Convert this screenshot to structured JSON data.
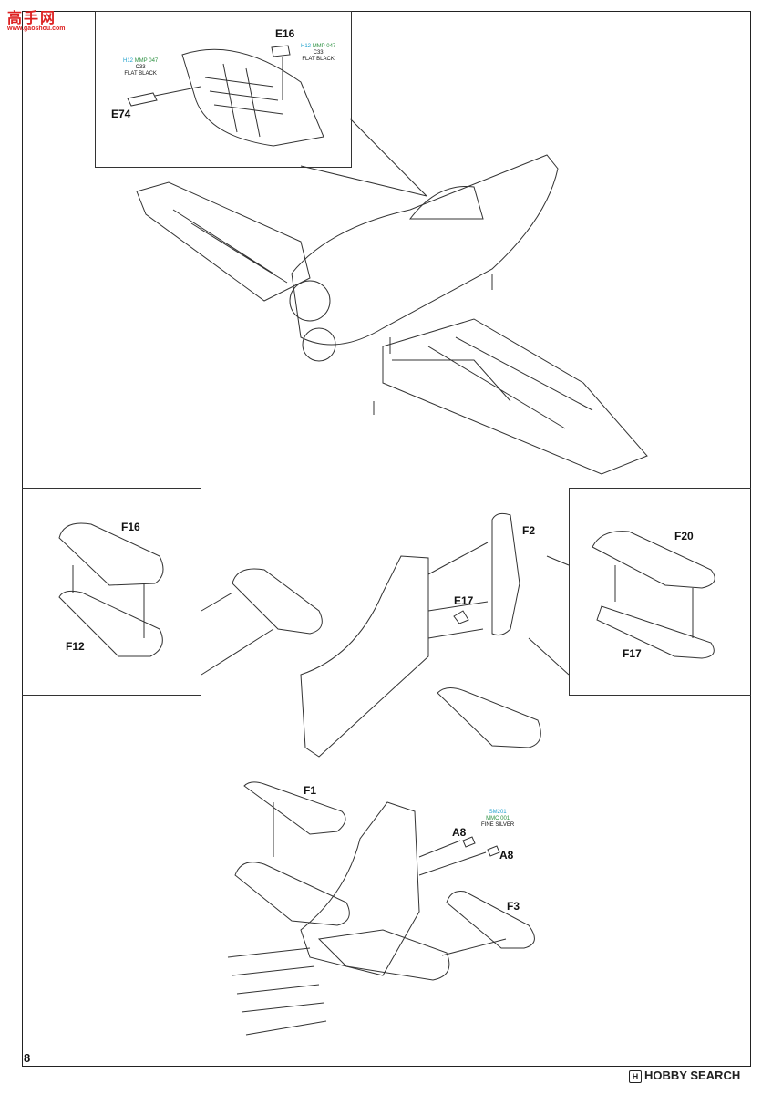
{
  "watermark": {
    "brand": "高手网",
    "url": "www.gaoshou.com",
    "icon": "rocket-icon"
  },
  "page_number": "8",
  "credit": {
    "icon": "hobby-search-logo-icon",
    "text": "HOBBY SEARCH"
  },
  "cockpit_inset": {
    "parts": [
      "E16",
      "E74"
    ],
    "paint_left": {
      "code1": "H12",
      "code2": "MMP 047",
      "code3": "C33",
      "name": "FLAT BLACK"
    },
    "paint_right": {
      "code1": "H12",
      "code2": "MMP 047",
      "code3": "C33",
      "name": "FLAT BLACK"
    }
  },
  "tail_section": {
    "parts": [
      "F16",
      "F12",
      "F2",
      "E17",
      "F20",
      "F17"
    ]
  },
  "elevator_section": {
    "parts": [
      "F1",
      "A8",
      "A8",
      "F3"
    ],
    "paint": {
      "code1": "SM201",
      "code2": "MMC 001",
      "name": "FINE SILVER"
    }
  },
  "colors": {
    "line": "#333333",
    "paint_blue": "#1a9ecb",
    "paint_green": "#2a8f3f",
    "logo_red": "#dd2222"
  }
}
